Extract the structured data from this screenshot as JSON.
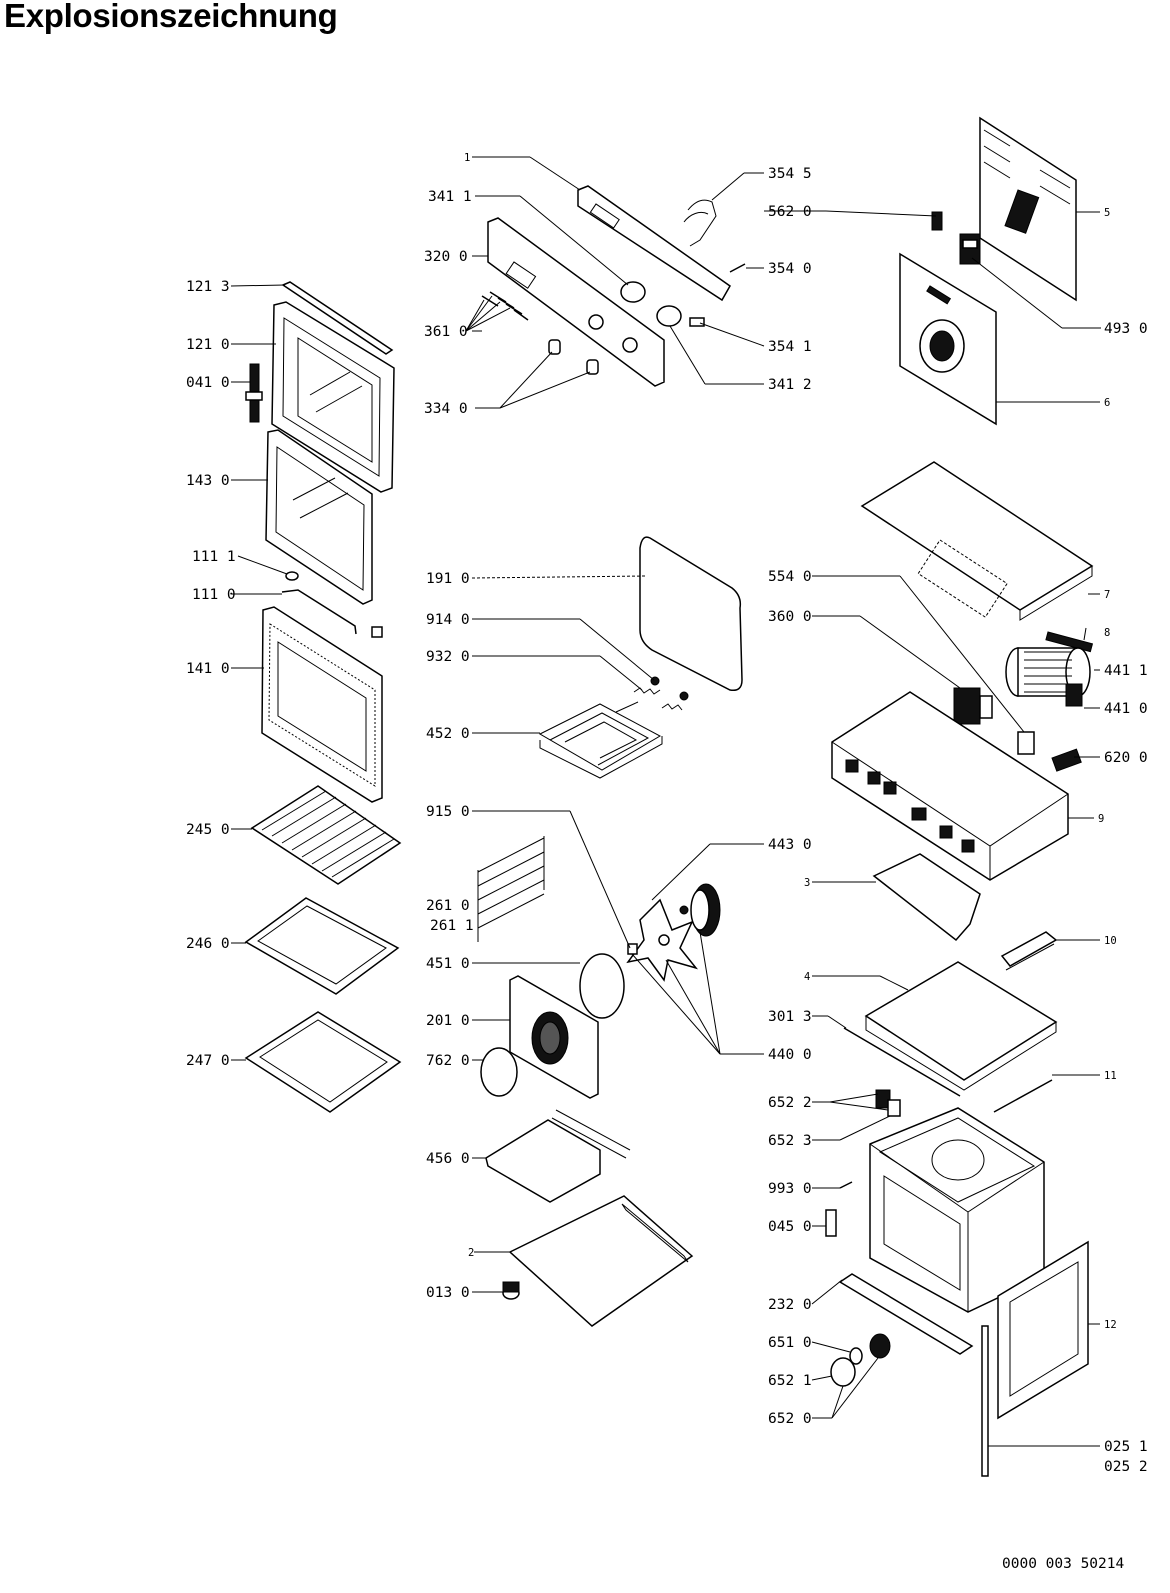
{
  "title": "Explosionszeichnung",
  "drawing_number": "0000 003 50214",
  "left_labels": {
    "l121_3": "121 3",
    "l121_0": "121 0",
    "l041_0": "041 0",
    "l143_0": "143 0",
    "l111_1": "111 1",
    "l111_0": "111 0",
    "l141_0": "141 0",
    "l245_0": "245 0",
    "l246_0": "246 0",
    "l247_0": "247 0"
  },
  "center_labels": {
    "c1": "1",
    "c341_1": "341 1",
    "c320_0": "320 0",
    "c361_0": "361 0",
    "c334_0": "334 0",
    "c354_5": "354 5",
    "c562_0": "562 0",
    "c354_0": "354 0",
    "c354_1": "354 1",
    "c341_2": "341 2",
    "c191_0": "191 0",
    "c914_0": "914 0",
    "c932_0": "932 0",
    "c452_0": "452 0",
    "c915_0": "915 0",
    "c261_0": "261 0",
    "c261_1": "261 1",
    "c451_0": "451 0",
    "c201_0": "201 0",
    "c762_0": "762 0",
    "c456_0": "456 0",
    "c2": "2",
    "c013_0": "013 0",
    "c443_0": "443 0",
    "c440_0": "440 0"
  },
  "right_labels": {
    "r5": "5",
    "r493_0": "493 0",
    "r6": "6",
    "r7": "7",
    "r554_0": "554 0",
    "r360_0": "360 0",
    "r8": "8",
    "r441_1": "441 1",
    "r441_0": "441 0",
    "r620_0": "620 0",
    "r9": "9",
    "r3": "3",
    "r10": "10",
    "r4": "4",
    "r301_3": "301 3",
    "r11": "11",
    "r652_2": "652 2",
    "r652_3": "652 3",
    "r993_0": "993 0",
    "r045_0": "045 0",
    "r232_0": "232 0",
    "r12": "12",
    "r651_0": "651 0",
    "r652_1": "652 1",
    "r652_0": "652 0",
    "r025_1": "025 1",
    "r025_2": "025 2"
  }
}
